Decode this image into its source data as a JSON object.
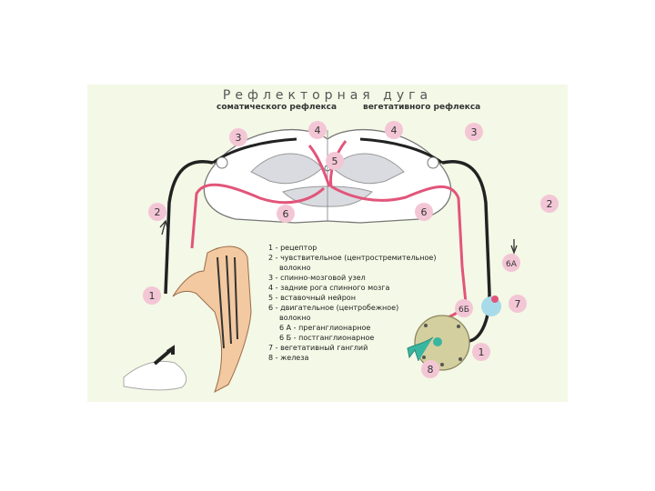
{
  "title": "Рефлекторная дуга",
  "subtitles": {
    "somatic": "соматического рефлекса",
    "vegetative": "вегетативного рефлекса"
  },
  "markers": {
    "left_3": "3",
    "left_4": "4",
    "left_5": "5",
    "left_2": "2",
    "left_6": "6",
    "left_1": "1",
    "right_4": "4",
    "right_3": "3",
    "right_2": "2",
    "right_6": "6",
    "right_6a": "6А",
    "right_6b": "6Б",
    "right_7": "7",
    "right_1": "1",
    "right_8": "8"
  },
  "legend": [
    "1 - рецептор",
    "2 - чувствительное (центростремительное)",
    "волокно",
    "3 - спинно-мозговой узел",
    "4 - задние рога спинного мозга",
    "5 - вставочный нейрон",
    "6 - двигательное (центробежное)",
    "волокно",
    "6 А - преганглионарное",
    "6 Б - постганглионарное",
    "7 - вегетативный ганглий",
    "8 - железа"
  ],
  "colors": {
    "panel": "#f4f8e6",
    "marker_fill": "#f3c6d6",
    "sensory_fiber": "#222222",
    "motor_fiber": "#e2557a",
    "gland": "#d4cf9e",
    "gland_secretion": "#3ab5a0",
    "ganglion": "#a8dbe9",
    "arm_skin": "#f2c9a0"
  }
}
